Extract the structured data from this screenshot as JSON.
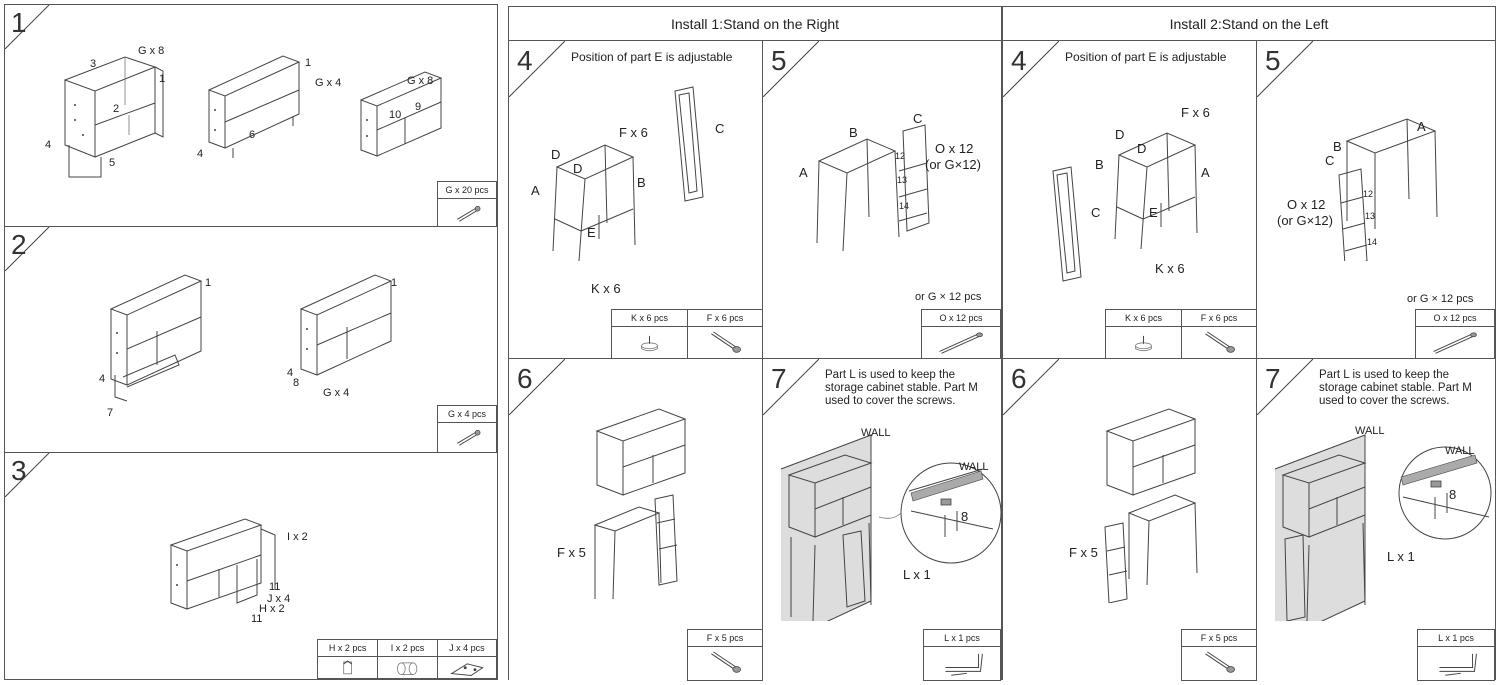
{
  "left_panel": {
    "steps": [
      {
        "number": "1",
        "labels": [
          "3",
          "G x 8",
          "1",
          "2",
          "4",
          "5",
          "1",
          "G x 4",
          "4",
          "6",
          "G x 8",
          "9",
          "10"
        ],
        "parts": [
          {
            "label": "G x 20 pcs",
            "icon": "screw-dowel-icon"
          }
        ]
      },
      {
        "number": "2",
        "labels": [
          "1",
          "4",
          "7",
          "1",
          "4",
          "8",
          "G x 4"
        ],
        "parts": [
          {
            "label": "G x 4 pcs",
            "icon": "screw-dowel-icon"
          }
        ]
      },
      {
        "number": "3",
        "labels": [
          "I x 2",
          "11",
          "J x 4",
          "H x 2",
          "11"
        ],
        "parts": [
          {
            "label": "H x 2 pcs",
            "icon": "cam-lock-icon"
          },
          {
            "label": "I x 2 pcs",
            "icon": "cylinder-icon"
          },
          {
            "label": "J x 4 pcs",
            "icon": "hinge-icon"
          }
        ]
      }
    ]
  },
  "install_right": {
    "title": "Install 1:Stand on the Right",
    "step4": {
      "number": "4",
      "note": "Position of part E is adjustable",
      "labels": [
        "F x 6",
        "D",
        "D",
        "A",
        "B",
        "E",
        "K x 6",
        "C"
      ],
      "parts": [
        {
          "label": "K  x  6 pcs",
          "icon": "foot-pad-icon"
        },
        {
          "label": "F  x  6 pcs",
          "icon": "screw-icon"
        }
      ]
    },
    "step5": {
      "number": "5",
      "labels": [
        "B",
        "C",
        "A",
        "O x 12",
        "(or G×12)",
        "12",
        "13",
        "14"
      ],
      "or_note": "or G × 12 pcs",
      "parts": [
        {
          "label": "O x 12 pcs",
          "icon": "long-screw-icon"
        }
      ]
    },
    "step6": {
      "number": "6",
      "labels": [
        "F x 5"
      ],
      "parts": [
        {
          "label": "F  x  5 pcs",
          "icon": "screw-icon"
        }
      ]
    },
    "step7": {
      "number": "7",
      "note": "Part L is used to keep the storage cabinet stable. Part M used to cover the screws.",
      "labels": [
        "WALL",
        "WALL",
        "8",
        "L x 1"
      ],
      "parts": [
        {
          "label": "L  x  1 pcs",
          "icon": "bracket-icon"
        }
      ]
    }
  },
  "install_left": {
    "title": "Install 2:Stand on the Left",
    "step4": {
      "number": "4",
      "note": "Position of part E is adjustable",
      "labels": [
        "F x 6",
        "D",
        "D",
        "B",
        "A",
        "E",
        "C",
        "K x 6"
      ],
      "parts": [
        {
          "label": "K  x  6 pcs",
          "icon": "foot-pad-icon"
        },
        {
          "label": "F  x  6 pcs",
          "icon": "screw-icon"
        }
      ]
    },
    "step5": {
      "number": "5",
      "labels": [
        "B",
        "A",
        "C",
        "O x 12",
        "(or G×12)",
        "12",
        "13",
        "14"
      ],
      "or_note": "or G × 12 pcs",
      "parts": [
        {
          "label": "O x 12 pcs",
          "icon": "long-screw-icon"
        }
      ]
    },
    "step6": {
      "number": "6",
      "labels": [
        "F x 5"
      ],
      "parts": [
        {
          "label": "F  x  5 pcs",
          "icon": "screw-icon"
        }
      ]
    },
    "step7": {
      "number": "7",
      "note": "Part L is used to keep the storage cabinet stable. Part M used to cover the screws.",
      "labels": [
        "WALL",
        "WALL",
        "8",
        "L x 1"
      ],
      "parts": [
        {
          "label": "L  x  1 pcs",
          "icon": "bracket-icon"
        }
      ]
    }
  }
}
